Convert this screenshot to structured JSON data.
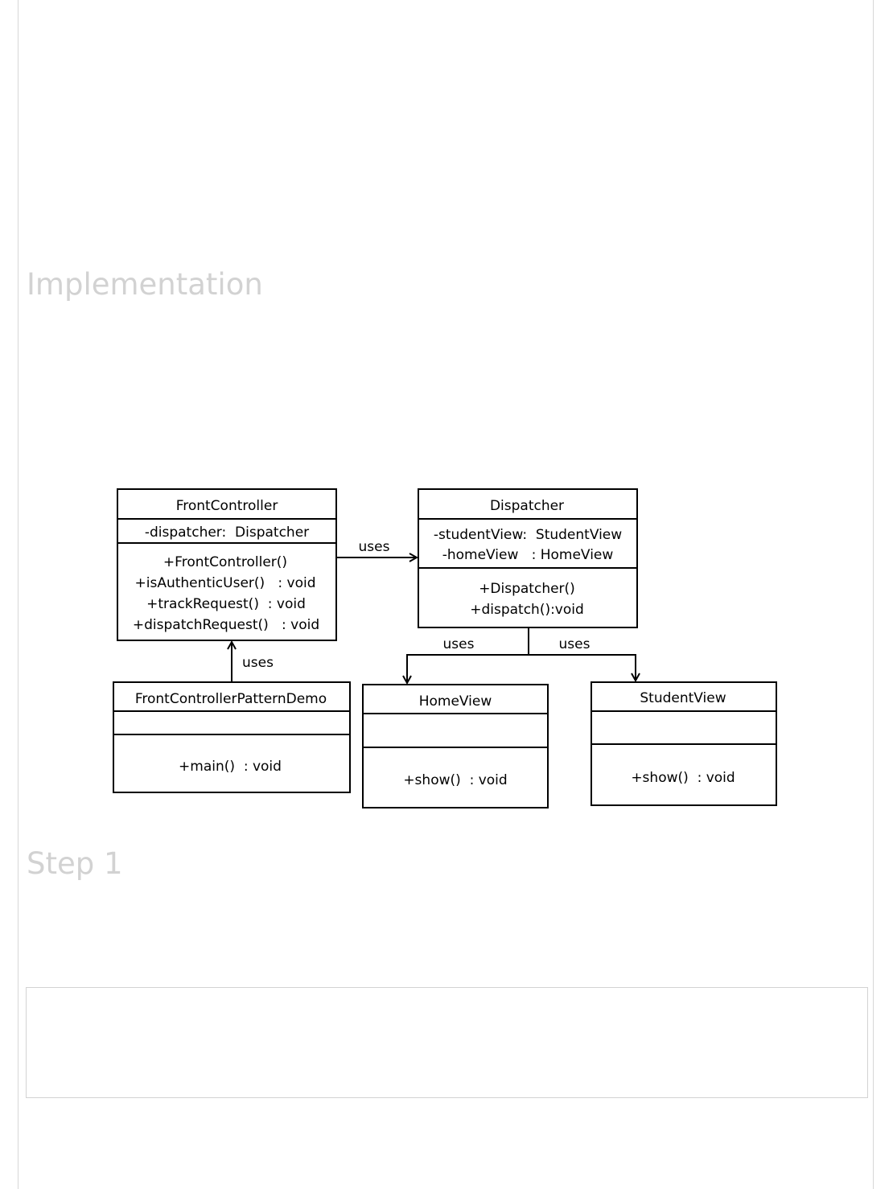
{
  "headings": {
    "implementation": "Implementation",
    "step1": "Step 1"
  },
  "diagram": {
    "classes": {
      "front_controller": {
        "name": "FrontController",
        "attributes": [
          "-dispatcher:  Dispatcher"
        ],
        "methods": [
          "+FrontController()",
          "+isAuthenticUser()   : void",
          "+trackRequest()  : void",
          "+dispatchRequest()   : void"
        ]
      },
      "dispatcher": {
        "name": "Dispatcher",
        "attributes": [
          "-studentView:  StudentView",
          "-homeView   : HomeView"
        ],
        "methods": [
          "+Dispatcher()",
          "+dispatch():void"
        ]
      },
      "demo": {
        "name": "FrontControllerPatternDemo",
        "attributes": [],
        "methods": [
          "+main()  : void"
        ]
      },
      "home_view": {
        "name": "HomeView",
        "attributes": [],
        "methods": [
          "+show()  : void"
        ]
      },
      "student_view": {
        "name": "StudentView",
        "attributes": [],
        "methods": [
          "+show()  : void"
        ]
      }
    },
    "relations": {
      "fc_to_dispatcher": "uses",
      "demo_to_fc": "uses",
      "dispatcher_to_home": "uses",
      "dispatcher_to_student": "uses"
    }
  }
}
